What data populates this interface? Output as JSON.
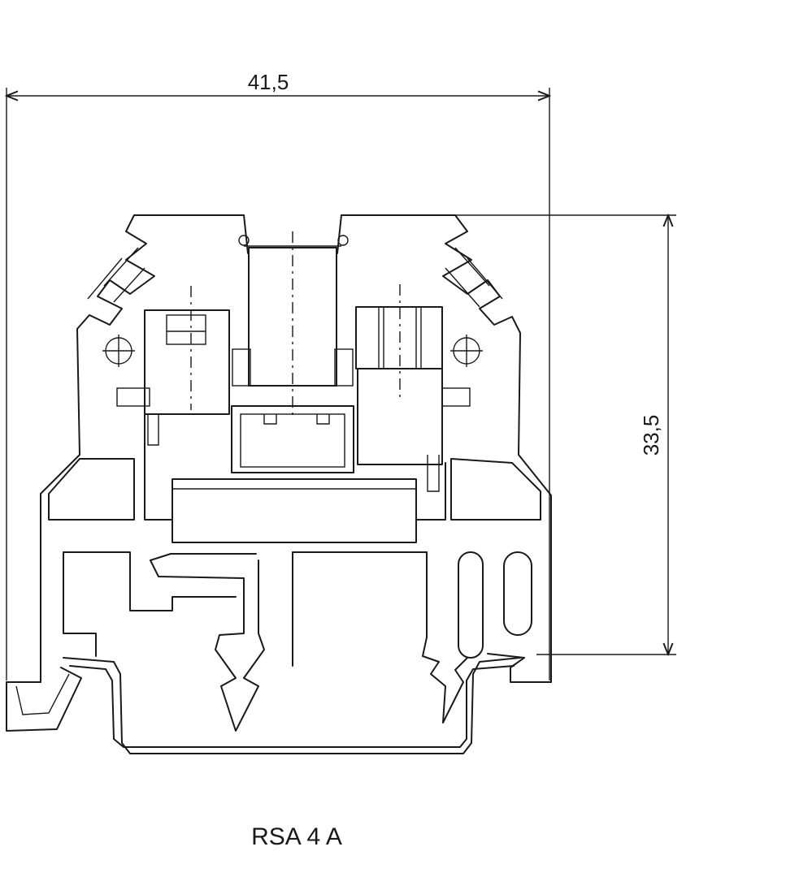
{
  "dimensions": {
    "width_label": "41,5",
    "height_label": "33,5"
  },
  "caption": "RSA 4 A"
}
